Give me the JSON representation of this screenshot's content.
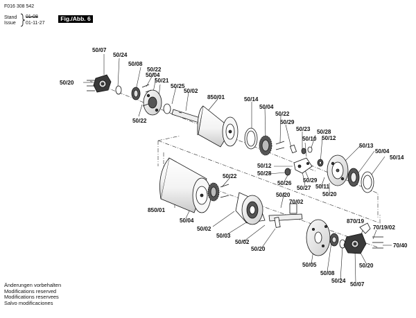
{
  "header": {
    "doc_number": "F016 308 542",
    "stand_label": "Stand",
    "issue_label": "Issue",
    "old_date": "01-08",
    "issue_date": "01-11-27",
    "figure_label": "Fig./Abb. 6"
  },
  "footer": {
    "lines": [
      "Änderungen vorbehalten",
      "Modifications reserved",
      "Modifications reservees",
      "Salvo modificaciones"
    ]
  },
  "parts": {
    "p1": "50/07",
    "p2": "50/24",
    "p3": "50/20",
    "p4": "50/08",
    "p5": "50/22",
    "p6": "50/04",
    "p7": "50/21",
    "p8": "50/25",
    "p9": "50/02",
    "p10": "850/01",
    "p11": "50/22",
    "p12": "50/14",
    "p13": "50/04",
    "p14": "50/22",
    "p15": "50/29",
    "p16": "50/23",
    "p17": "50/28",
    "p18": "50/10",
    "p19": "50/12",
    "p20": "50/13",
    "p21": "50/04",
    "p22": "50/14",
    "p23": "50/12",
    "p24": "50/28",
    "p25": "50/26",
    "p26": "50/29",
    "p27": "50/27",
    "p28": "50/11",
    "p29": "50/20",
    "p30": "50/22",
    "p31": "850/01",
    "p32": "50/04",
    "p33": "50/20",
    "p34": "70/02",
    "p35": "50/02",
    "p36": "50/03",
    "p37": "50/02",
    "p38": "50/20",
    "p39": "870/19",
    "p40": "70/19/02",
    "p41": "70/40",
    "p42": "50/05",
    "p43": "50/08",
    "p44": "50/24",
    "p45": "50/07",
    "p46": "50/20"
  }
}
